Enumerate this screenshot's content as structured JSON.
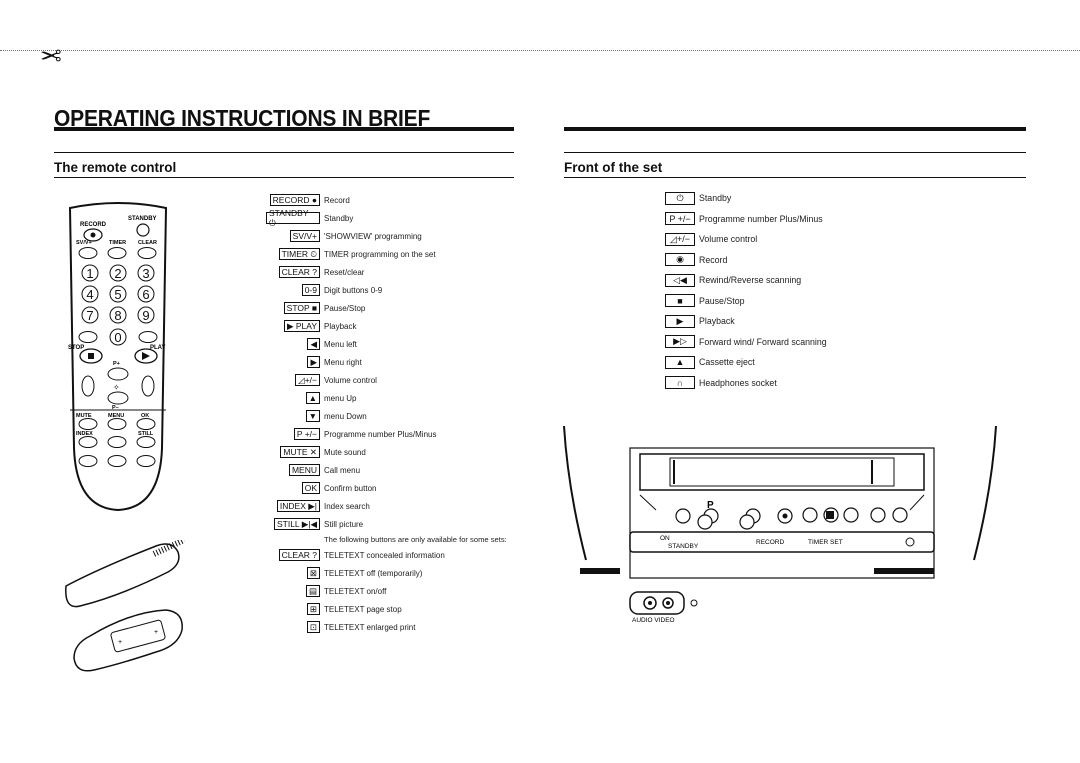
{
  "header": {
    "title": "OPERATING INSTRUCTIONS IN BRIEF"
  },
  "remote_section": {
    "title": "The remote control"
  },
  "front_section": {
    "title": "Front of the set"
  },
  "remote_illustration": {
    "standby": "STANDBY",
    "record": "RECORD",
    "svv": "SV/V+",
    "timer": "TIMER",
    "clear": "CLEAR",
    "stop": "STOP",
    "play": "PLAY",
    "p_plus": "P+",
    "p_minus": "P–",
    "mute": "MUTE",
    "menu": "MENU",
    "ok": "OK",
    "index": "INDEX",
    "still": "STILL",
    "digits": [
      "1",
      "2",
      "3",
      "4",
      "5",
      "6",
      "7",
      "8",
      "9",
      "0"
    ]
  },
  "remote_keys": [
    {
      "key": "RECORD ●",
      "desc": "Record"
    },
    {
      "key": "STANDBY ⏻",
      "desc": "Standby"
    },
    {
      "key": "SV/V+",
      "desc": "'SHOWVIEW' programming"
    },
    {
      "key": "TIMER ⏲",
      "desc": "TIMER programming on the set"
    },
    {
      "key": "CLEAR ?",
      "desc": "Reset/clear"
    },
    {
      "key": "0-9",
      "desc": "Digit buttons 0-9"
    },
    {
      "key": "STOP ■",
      "desc": "Pause/Stop"
    },
    {
      "key": "▶ PLAY",
      "desc": "Playback"
    },
    {
      "key": "◀",
      "desc": "Menu left"
    },
    {
      "key": "▶",
      "desc": "Menu right"
    },
    {
      "key": "◿+/−",
      "desc": "Volume control"
    },
    {
      "key": "▲",
      "desc": "menu Up"
    },
    {
      "key": "▼",
      "desc": "menu Down"
    },
    {
      "key": "P +/−",
      "desc": "Programme number Plus/Minus"
    },
    {
      "key": "MUTE ✕",
      "desc": "Mute sound"
    },
    {
      "key": "MENU",
      "desc": "Call menu"
    },
    {
      "key": "OK",
      "desc": "Confirm button"
    },
    {
      "key": "INDEX ▶|",
      "desc": "Index search"
    },
    {
      "key": "STILL ▶|◀",
      "desc": "Still picture"
    }
  ],
  "remote_note": "The following buttons are only available for some sets:",
  "teletext_keys": [
    {
      "key": "CLEAR ?",
      "desc": "TELETEXT concealed information"
    },
    {
      "key": "⊠",
      "desc": "TELETEXT off (temporarily)"
    },
    {
      "key": "▤",
      "desc": "TELETEXT on/off"
    },
    {
      "key": "⊞",
      "desc": "TELETEXT page stop"
    },
    {
      "key": "⊡",
      "desc": "TELETEXT enlarged print"
    }
  ],
  "front_keys": [
    {
      "key": "⏻",
      "desc": "Standby"
    },
    {
      "key": "P +/−",
      "desc": "Programme number Plus/Minus"
    },
    {
      "key": "◿+/−",
      "desc": "Volume control"
    },
    {
      "key": "◉",
      "desc": "Record"
    },
    {
      "key": "◁◀",
      "desc": "Rewind/Reverse scanning"
    },
    {
      "key": "■",
      "desc": "Pause/Stop"
    },
    {
      "key": "▶",
      "desc": "Playback"
    },
    {
      "key": "▶▷",
      "desc": "Forward wind/ Forward scanning"
    },
    {
      "key": "▲",
      "desc": "Cassette eject"
    },
    {
      "key": "∩",
      "desc": "Headphones socket"
    }
  ],
  "set_illustration": {
    "p_label": "P",
    "on_label": "ON",
    "standby_label": "STANDBY",
    "record_timer_label": "RECORD",
    "timer_set_label": "TIMER SET",
    "av_label": "AUDIO VIDEO"
  }
}
